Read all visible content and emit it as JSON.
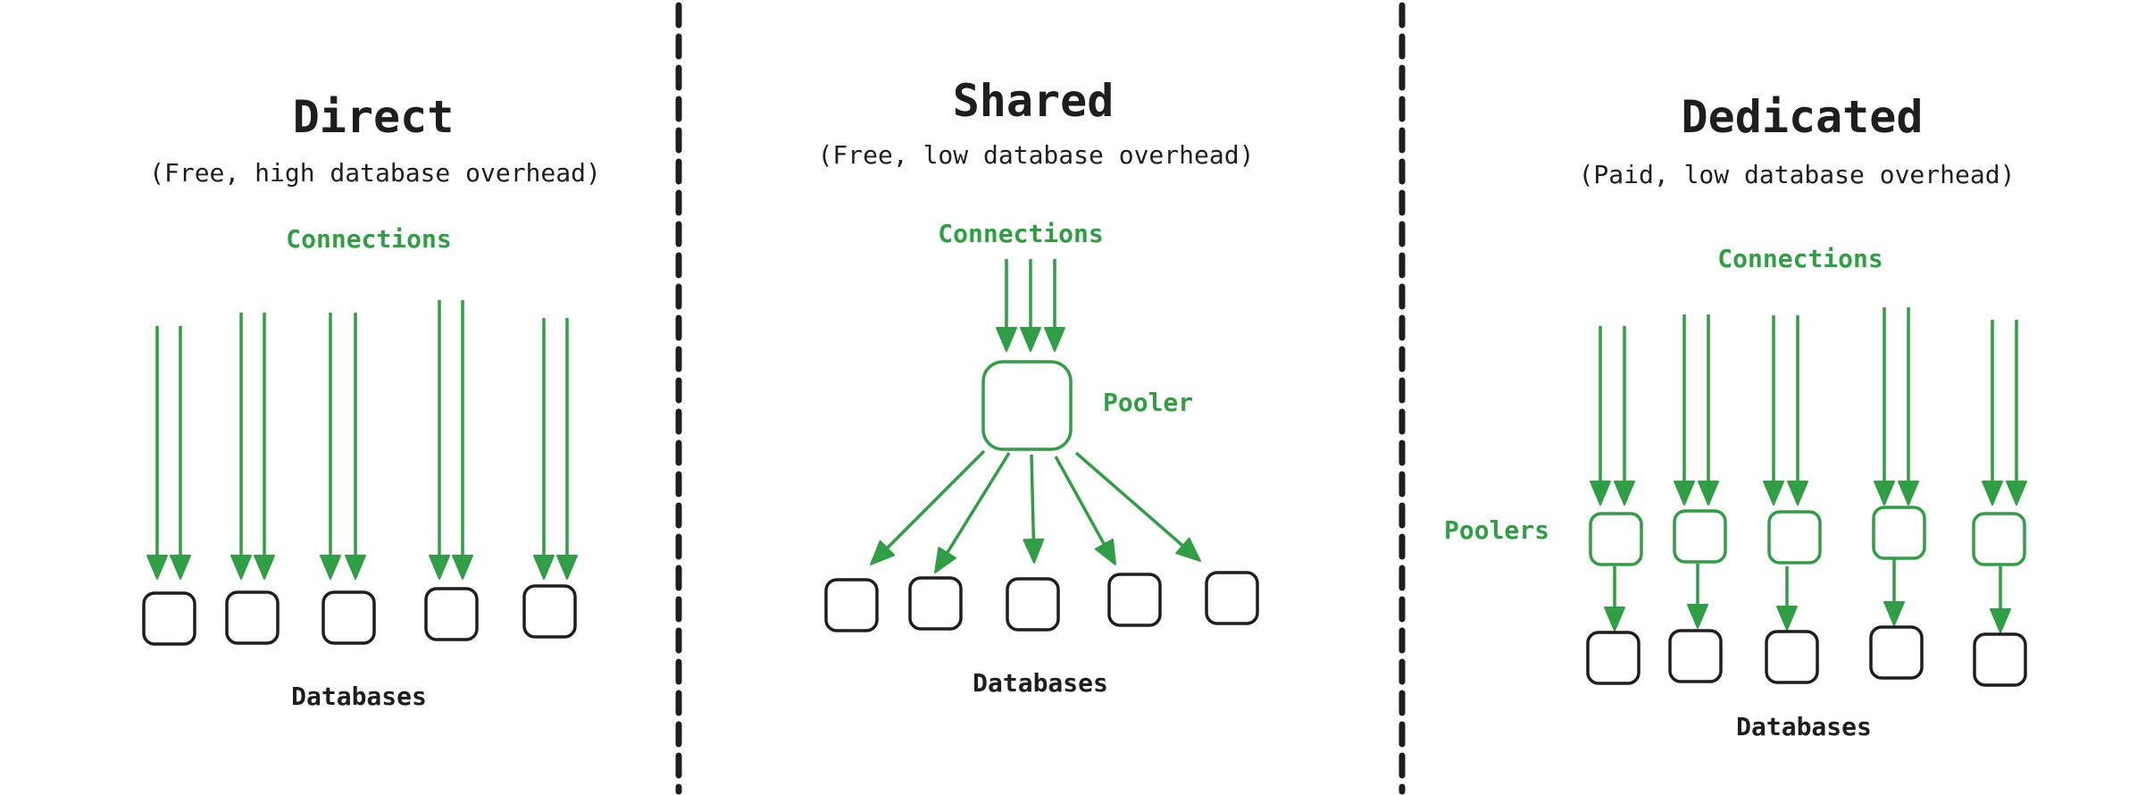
{
  "colors": {
    "accent": "#2f9e44",
    "ink": "#1e1e1e",
    "background": "#ffffff"
  },
  "panels": [
    {
      "title": "Direct",
      "subtitle": "(Free, high database overhead)",
      "connections_label": "Connections",
      "databases_label": "Databases"
    },
    {
      "title": "Shared",
      "subtitle": "(Free, low database overhead)",
      "connections_label": "Connections",
      "pooler_label": "Pooler",
      "databases_label": "Databases"
    },
    {
      "title": "Dedicated",
      "subtitle": "(Paid, low database overhead)",
      "connections_label": "Connections",
      "poolers_label": "Poolers",
      "databases_label": "Databases"
    }
  ]
}
